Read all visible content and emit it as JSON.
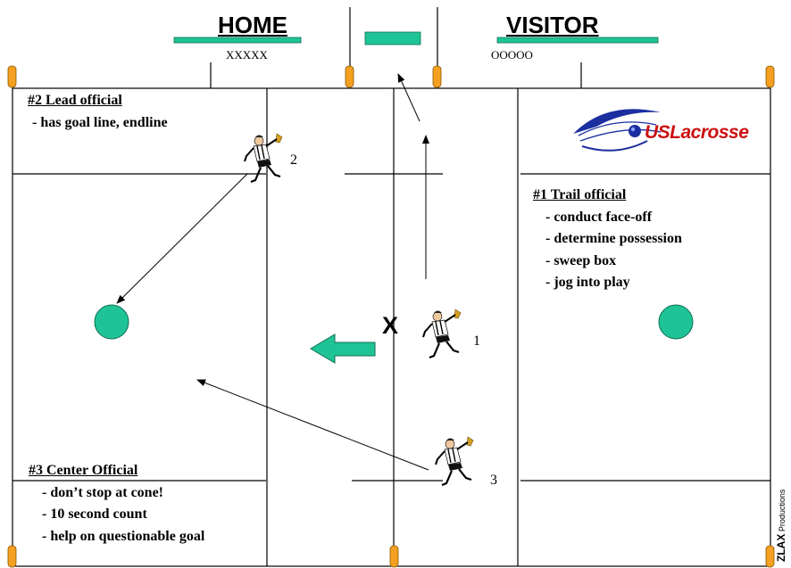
{
  "header": {
    "home_label": "HOME",
    "visitor_label": "VISITOR",
    "home_bench_marks": "XXXXX",
    "visitor_bench_marks": "OOOOO"
  },
  "lead_official": {
    "title": "#2 Lead official",
    "duties": [
      "- has goal line, endline"
    ],
    "number": "2"
  },
  "trail_official": {
    "title": "#1 Trail official",
    "duties": [
      "- conduct face-off",
      "- determine possession",
      "- sweep box",
      "- jog into play"
    ],
    "number": "1"
  },
  "center_official": {
    "title": "#3 Center Official",
    "duties": [
      "- don’t stop at cone!",
      "- 10 second count",
      "- help on questionable goal"
    ],
    "number": "3"
  },
  "faceoff_mark": "X",
  "logo": {
    "text": "USLacrosse",
    "color": "#cc1111"
  },
  "credit": {
    "brand": "ZLAX",
    "text": "Productions"
  },
  "colors": {
    "field_green": "#1fc496",
    "cone_orange": "#f5a020",
    "logo_blue": "#1c2fa0"
  }
}
